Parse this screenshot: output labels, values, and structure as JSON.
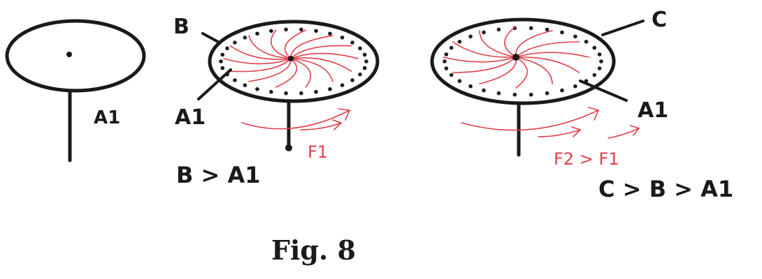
{
  "labels": {
    "fig1_a1": "A1",
    "fig2_b": "B",
    "fig2_a1": "A1",
    "fig2_relation": "B > A1",
    "fig2_force": "F1",
    "fig3_c": "C",
    "fig3_a1": "A1",
    "fig3_force_relation": "F2 > F1",
    "fig3_relation": "C > B > A1"
  },
  "caption": "Fig. 8",
  "colors": {
    "ink": "#1a1a1a",
    "force_lines": "#e0404a"
  }
}
